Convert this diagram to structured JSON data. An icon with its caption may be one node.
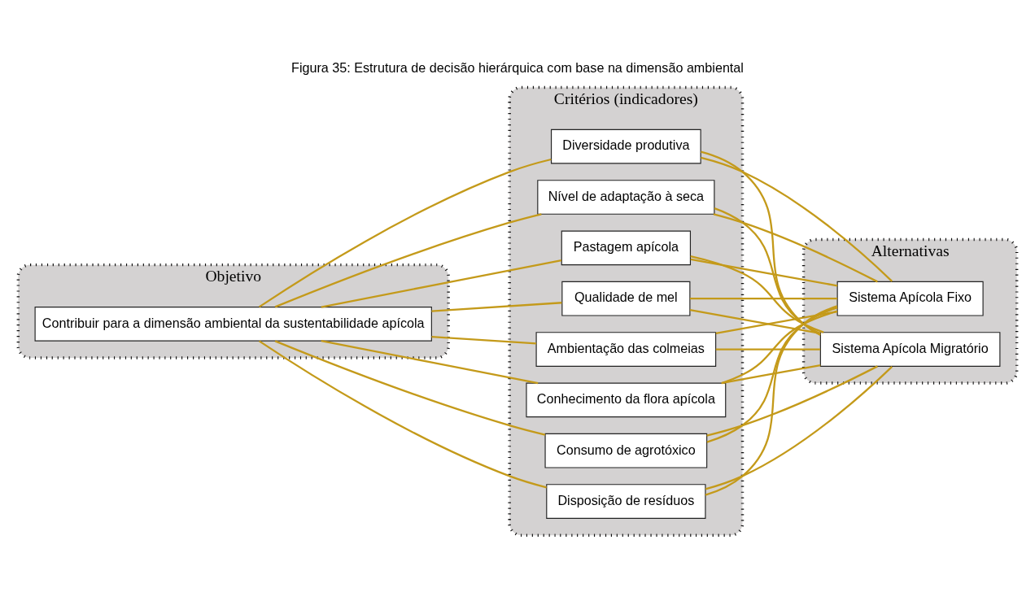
{
  "diagram": {
    "title": "Figura 35: Estrutura de decisão hierárquica com base na dimensão ambiental",
    "nodes": [
      {
        "text": [
          "Objetivo"
        ]
      },
      {
        "text": [
          "Contribuir para a dimensão ambiental da sustentabilidade apícola"
        ],
        "in": 0
      },
      {
        "text": [
          "Critérios (indicadores)"
        ]
      },
      {
        "text": [
          "Ambientação das colmeias"
        ],
        "in": 2
      },
      {
        "text": [
          "Conhecimento da flora apícola"
        ],
        "in": 2
      },
      {
        "text": [
          "Consumo de agrotóxico"
        ],
        "in": 2
      },
      {
        "text": [
          "Disposição de resíduos"
        ],
        "in": 2
      },
      {
        "text": [
          "Diversidade produtiva"
        ],
        "in": 2
      },
      {
        "text": [
          "Nível de adaptação à seca"
        ],
        "in": 2
      },
      {
        "text": [
          "Pastagem apícola"
        ],
        "in": 2
      },
      {
        "text": [
          "Qualidade de mel"
        ],
        "in": 2
      },
      {
        "text": [
          "Alternativas"
        ]
      },
      {
        "text": [
          "Sistema Apícola Fixo"
        ],
        "in": 11
      },
      {
        "text": [
          "Sistema Apícola Migratório"
        ],
        "in": 11
      }
    ],
    "edges": [
      {
        "from": 1,
        "to": 3,
        "arrow": "none"
      },
      {
        "from": 1,
        "to": 4,
        "arrow": "none"
      },
      {
        "from": 1,
        "to": 5,
        "arrow": "none"
      },
      {
        "from": 1,
        "to": 6,
        "arrow": "none"
      },
      {
        "from": 1,
        "to": 7,
        "arrow": "none"
      },
      {
        "from": 1,
        "to": 8,
        "arrow": "none"
      },
      {
        "from": 1,
        "to": 9,
        "arrow": "none"
      },
      {
        "from": 1,
        "to": 10,
        "arrow": "none"
      },
      {
        "from": 3,
        "to": 12,
        "arrow": "none"
      },
      {
        "from": 3,
        "to": 13,
        "arrow": "none"
      },
      {
        "from": 4,
        "to": 12,
        "arrow": "none"
      },
      {
        "from": 4,
        "to": 13,
        "arrow": "none"
      },
      {
        "from": 5,
        "to": 12,
        "arrow": "none"
      },
      {
        "from": 5,
        "to": 13,
        "arrow": "none"
      },
      {
        "from": 6,
        "to": 12,
        "arrow": "none"
      },
      {
        "from": 6,
        "to": 13,
        "arrow": "none"
      },
      {
        "from": 7,
        "to": 12,
        "arrow": "none"
      },
      {
        "from": 7,
        "to": 13,
        "arrow": "none"
      },
      {
        "from": 8,
        "to": 12,
        "arrow": "none"
      },
      {
        "from": 8,
        "to": 13,
        "arrow": "none"
      },
      {
        "from": 9,
        "to": 12,
        "arrow": "none"
      },
      {
        "from": 9,
        "to": 13,
        "arrow": "none"
      },
      {
        "from": 10,
        "to": 12,
        "arrow": "none"
      },
      {
        "from": 10,
        "to": 13,
        "arrow": "none"
      }
    ]
  }
}
